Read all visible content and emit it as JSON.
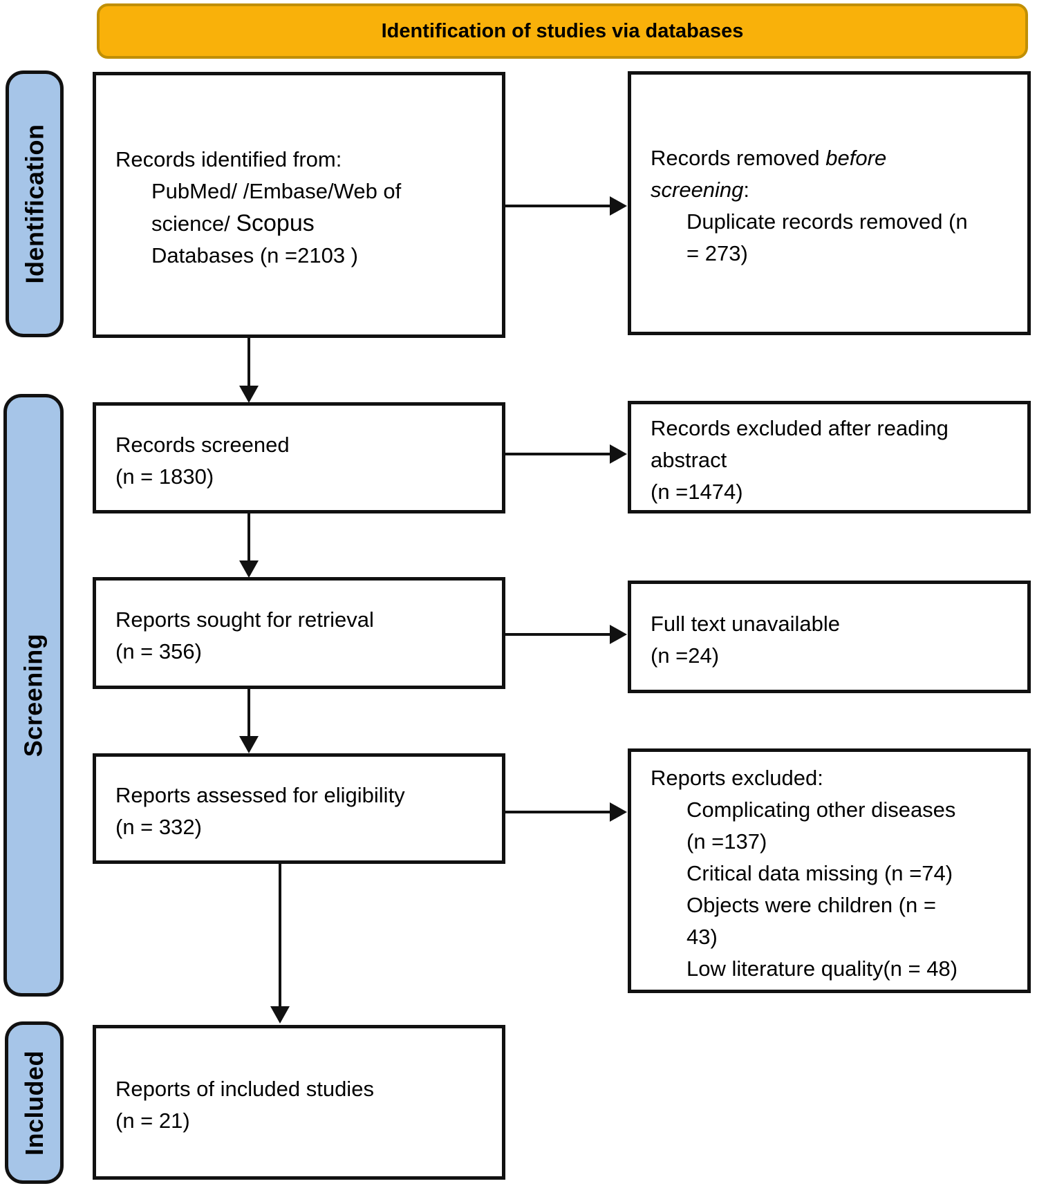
{
  "banner": {
    "title": "Identification of studies via databases"
  },
  "stages": {
    "identification": "Identification",
    "screening": "Screening",
    "included": "Included"
  },
  "flow": {
    "identified": {
      "intro": "Records identified from:",
      "lines": [
        "PubMed/ /Embase/Web of",
        "science/ ",
        "Databases (n =2103 )"
      ],
      "scopus": "Scopus"
    },
    "screened": {
      "line1": "Records screened",
      "line2": "(n = 1830)"
    },
    "sought": {
      "line1": "Reports sought for retrieval",
      "line2": "(n = 356)"
    },
    "assessed": {
      "line1": "Reports assessed for eligibility",
      "line2": "(n = 332)"
    },
    "included_reports": {
      "line1": "Reports of included studies",
      "line2": "(n = 21)"
    }
  },
  "exclusions": {
    "removed_before_screening": {
      "l1_normal": "Records removed ",
      "l1_italic": "before",
      "l2_italic": "screening",
      "l2_suffix": ":",
      "details": [
        "Duplicate records removed (n",
        "= 273)"
      ]
    },
    "excluded_after_abstract": {
      "lines": [
        "Records excluded after reading",
        "abstract",
        "(n =1474)"
      ]
    },
    "full_text_unavailable": {
      "line1": "Full text unavailable",
      "line2": "(n =24)"
    },
    "reports_excluded": {
      "intro": "Reports excluded:",
      "detail_lines": [
        "Complicating other diseases",
        "(n =137)",
        "Critical data missing (n =74)",
        "Objects were children (n =",
        "43)",
        "Low literature quality(n = 48)"
      ]
    }
  },
  "colors": {
    "banner_fill": "#F9B10A",
    "banner_border": "#C08F05",
    "stage_fill": "#A6C5E8",
    "outline": "#111111"
  }
}
